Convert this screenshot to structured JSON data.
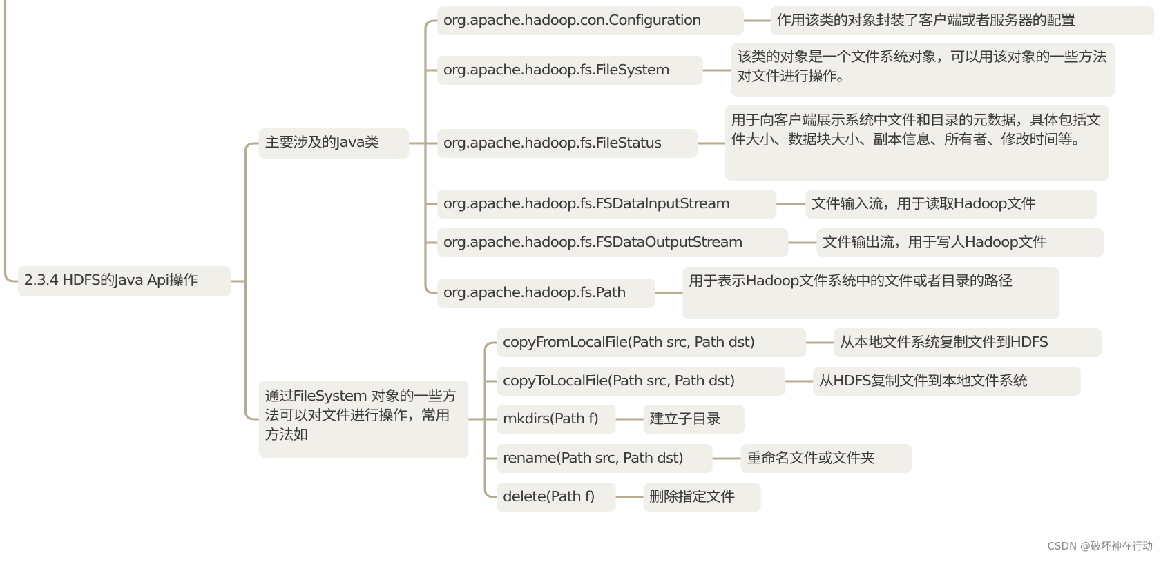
{
  "root": {
    "label": "2.3.4 HDFS的Java Api操作"
  },
  "branches": [
    {
      "label": "主要涉及的Java类",
      "items": [
        {
          "name": "org.apache.hadoop.con.Configuration",
          "desc": "作用该类的对象封装了客户端或者服务器的配置"
        },
        {
          "name": "org.apache.hadoop.fs.FileSystem",
          "desc": "该类的对象是一个文件系统对象，可以用该对象的一些方法对文件进行操作。"
        },
        {
          "name": "org.apache.hadoop.fs.FileStatus",
          "desc": "用于向客户端展示系统中文件和目录的元数据，具体包括文件大小、数据块大小、副本信息、所有者、修改时间等。"
        },
        {
          "name": "org.apache.hadoop.fs.FSDatalnputStream",
          "desc": "文件输入流，用于读取Hadoop文件"
        },
        {
          "name": "org.apache.hadoop.fs.FSDataOutputStream",
          "desc": "文件输出流，用于写人Hadoop文件"
        },
        {
          "name": "org.apache.hadoop.fs.Path",
          "desc": "用于表示Hadoop文件系统中的文件或者目录的路径"
        }
      ]
    },
    {
      "label": "通过FileSystem 对象的一些方法可以对文件进行操作，常用方法如",
      "items": [
        {
          "name": "copyFromLocalFile(Path src, Path dst)",
          "desc": "从本地文件系统复制文件到HDFS"
        },
        {
          "name": "copyToLocalFile(Path src, Path dst)",
          "desc": "从HDFS复制文件到本地文件系统"
        },
        {
          "name": "mkdirs(Path f)",
          "desc": "建立子目录"
        },
        {
          "name": "rename(Path src, Path dst)",
          "desc": "重命名文件或文件夹"
        },
        {
          "name": "delete(Path f)",
          "desc": "删除指定文件"
        }
      ]
    }
  ],
  "watermark": "CSDN @破坏神在行动",
  "colors": {
    "node_bg": "#f0efe9",
    "connector": "#b7ab91",
    "text": "#3a3a3a"
  }
}
